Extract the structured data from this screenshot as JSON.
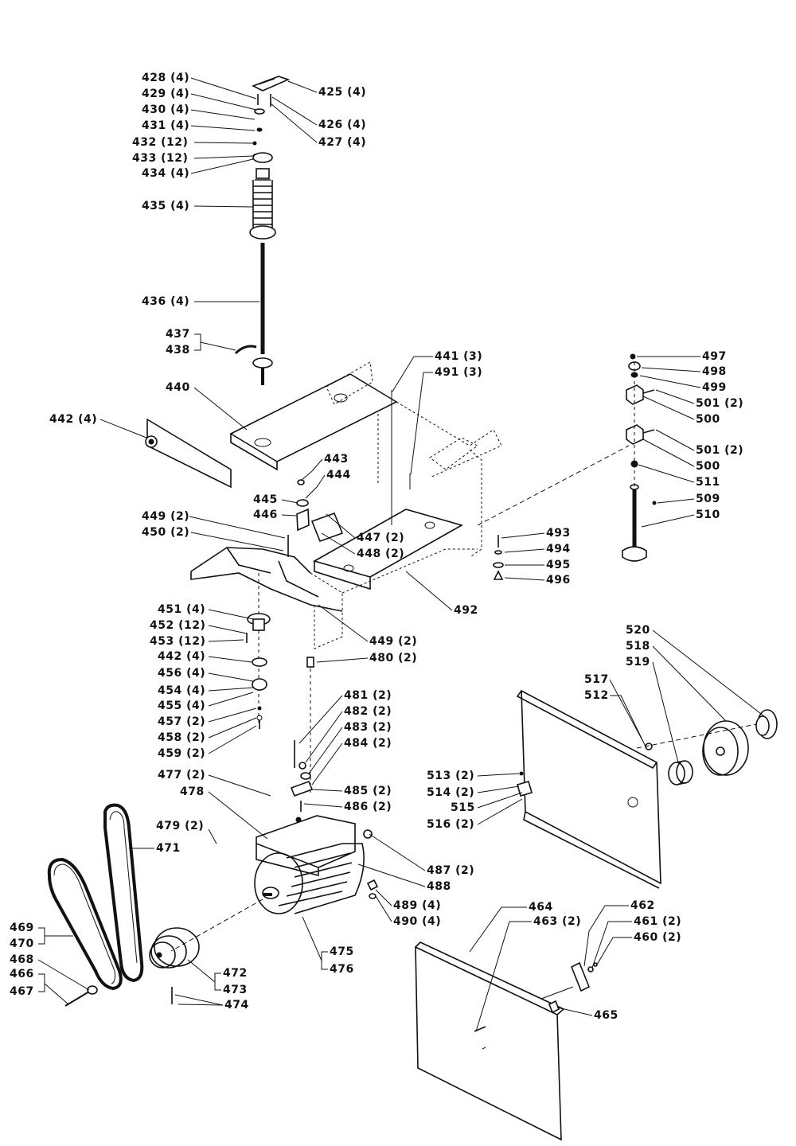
{
  "callouts": [
    {
      "id": "c428",
      "text": "428 (4)"
    },
    {
      "id": "c429",
      "text": "429 (4)"
    },
    {
      "id": "c430",
      "text": "430 (4)"
    },
    {
      "id": "c431",
      "text": "431 (4)"
    },
    {
      "id": "c432",
      "text": "432 (12)"
    },
    {
      "id": "c433",
      "text": "433 (12)"
    },
    {
      "id": "c434",
      "text": "434 (4)"
    },
    {
      "id": "c435",
      "text": "435 (4)"
    },
    {
      "id": "c436",
      "text": "436 (4)"
    },
    {
      "id": "c437",
      "text": "437"
    },
    {
      "id": "c438",
      "text": "438"
    },
    {
      "id": "c440",
      "text": "440"
    },
    {
      "id": "c442a",
      "text": "442 (4)"
    },
    {
      "id": "c425",
      "text": "425 (4)"
    },
    {
      "id": "c426",
      "text": "426 (4)"
    },
    {
      "id": "c427",
      "text": "427 (4)"
    },
    {
      "id": "c441",
      "text": "441 (3)"
    },
    {
      "id": "c491",
      "text": "491 (3)"
    },
    {
      "id": "c443",
      "text": "443"
    },
    {
      "id": "c444",
      "text": "444"
    },
    {
      "id": "c445",
      "text": "445"
    },
    {
      "id": "c446",
      "text": "446"
    },
    {
      "id": "c447",
      "text": "447 (2)"
    },
    {
      "id": "c448",
      "text": "448 (2)"
    },
    {
      "id": "c449a",
      "text": "449 (2)"
    },
    {
      "id": "c450",
      "text": "450 (2)"
    },
    {
      "id": "c492",
      "text": "492"
    },
    {
      "id": "c493",
      "text": "493"
    },
    {
      "id": "c494",
      "text": "494"
    },
    {
      "id": "c495",
      "text": "495"
    },
    {
      "id": "c496",
      "text": "496"
    },
    {
      "id": "c497",
      "text": "497"
    },
    {
      "id": "c498",
      "text": "498"
    },
    {
      "id": "c499",
      "text": "499"
    },
    {
      "id": "c501a",
      "text": "501 (2)"
    },
    {
      "id": "c500a",
      "text": "500"
    },
    {
      "id": "c501b",
      "text": "501 (2)"
    },
    {
      "id": "c500b",
      "text": "500"
    },
    {
      "id": "c511",
      "text": "511"
    },
    {
      "id": "c509",
      "text": "509"
    },
    {
      "id": "c510",
      "text": "510"
    },
    {
      "id": "c451",
      "text": "451 (4)"
    },
    {
      "id": "c452",
      "text": "452 (12)"
    },
    {
      "id": "c453",
      "text": "453 (12)"
    },
    {
      "id": "c442b",
      "text": "442 (4)"
    },
    {
      "id": "c456",
      "text": "456 (4)"
    },
    {
      "id": "c454",
      "text": "454 (4)"
    },
    {
      "id": "c455",
      "text": "455 (4)"
    },
    {
      "id": "c457",
      "text": "457 (2)"
    },
    {
      "id": "c458",
      "text": "458 (2)"
    },
    {
      "id": "c459",
      "text": "459 (2)"
    },
    {
      "id": "c449b",
      "text": "449 (2)"
    },
    {
      "id": "c480",
      "text": "480 (2)"
    },
    {
      "id": "c481",
      "text": "481 (2)"
    },
    {
      "id": "c482",
      "text": "482 (2)"
    },
    {
      "id": "c483",
      "text": "483 (2)"
    },
    {
      "id": "c484",
      "text": "484 (2)"
    },
    {
      "id": "c485",
      "text": "485 (2)"
    },
    {
      "id": "c486",
      "text": "486 (2)"
    },
    {
      "id": "c477",
      "text": "477 (2)"
    },
    {
      "id": "c478",
      "text": "478"
    },
    {
      "id": "c479",
      "text": "479 (2)"
    },
    {
      "id": "c471",
      "text": "471"
    },
    {
      "id": "c487",
      "text": "487 (2)"
    },
    {
      "id": "c488",
      "text": "488"
    },
    {
      "id": "c489",
      "text": "489 (4)"
    },
    {
      "id": "c490",
      "text": "490 (4)"
    },
    {
      "id": "c475",
      "text": "475"
    },
    {
      "id": "c476",
      "text": "476"
    },
    {
      "id": "c472",
      "text": "472"
    },
    {
      "id": "c473",
      "text": "473"
    },
    {
      "id": "c474",
      "text": "474"
    },
    {
      "id": "c469",
      "text": "469"
    },
    {
      "id": "c470",
      "text": "470"
    },
    {
      "id": "c468",
      "text": "468"
    },
    {
      "id": "c466",
      "text": "466"
    },
    {
      "id": "c467",
      "text": "467"
    },
    {
      "id": "c520",
      "text": "520"
    },
    {
      "id": "c518",
      "text": "518"
    },
    {
      "id": "c519",
      "text": "519"
    },
    {
      "id": "c517",
      "text": "517"
    },
    {
      "id": "c512",
      "text": "512"
    },
    {
      "id": "c513",
      "text": "513 (2)"
    },
    {
      "id": "c514",
      "text": "514 (2)"
    },
    {
      "id": "c515",
      "text": "515"
    },
    {
      "id": "c516",
      "text": "516 (2)"
    },
    {
      "id": "c464",
      "text": "464"
    },
    {
      "id": "c463",
      "text": "463 (2)"
    },
    {
      "id": "c462",
      "text": "462"
    },
    {
      "id": "c461",
      "text": "461 (2)"
    },
    {
      "id": "c460",
      "text": "460 (2)"
    },
    {
      "id": "c465",
      "text": "465"
    }
  ]
}
